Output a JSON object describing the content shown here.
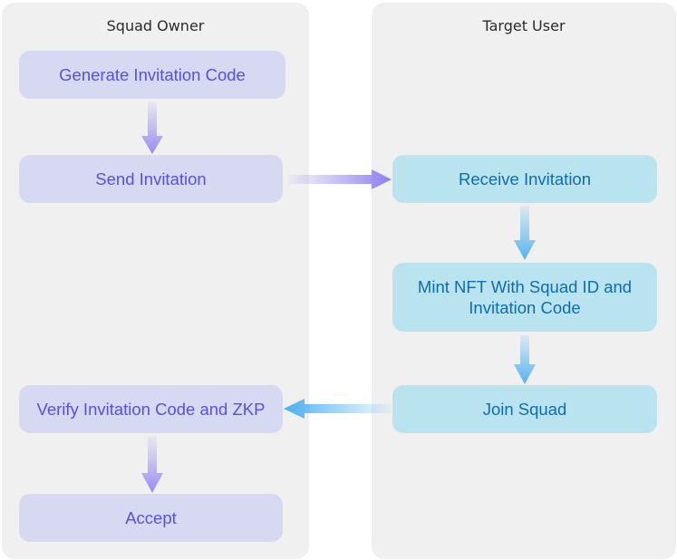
{
  "lanes": {
    "owner": {
      "title": "Squad Owner"
    },
    "user": {
      "title": "Target User"
    }
  },
  "nodes": {
    "generate_code": "Generate Invitation Code",
    "send_invitation": "Send Invitation",
    "receive_invitation": "Receive Invitation",
    "mint_nft": "Mint NFT With Squad ID and Invitation Code",
    "join_squad": "Join Squad",
    "verify_code": "Verify Invitation Code and ZKP",
    "accept": "Accept"
  },
  "colors": {
    "owner_node_bg": "#d7d9f2",
    "owner_text": "#5a4fe0",
    "user_node_bg": "#b9e3ee",
    "user_text": "#0e6db0",
    "owner_arrow": "#7b6cf0",
    "user_arrow": "#3aa9f0"
  }
}
